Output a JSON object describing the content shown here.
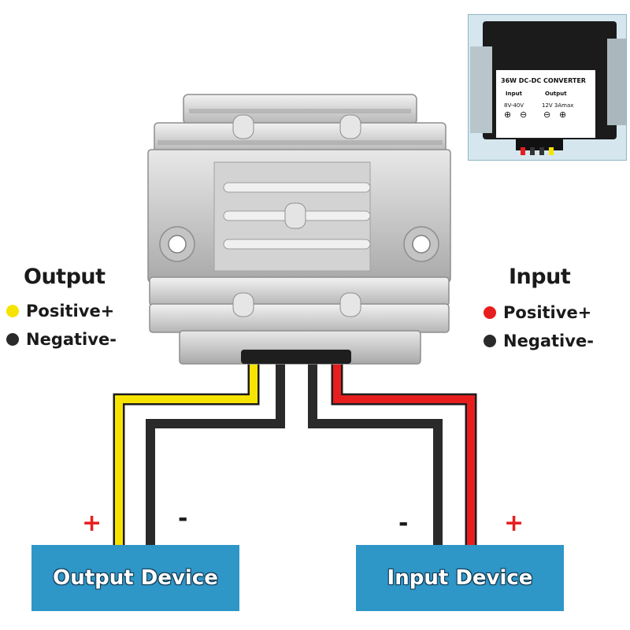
{
  "legend_output": {
    "title": "Output",
    "positive_label": "Positive+",
    "negative_label": "Negative-",
    "positive_color": "#f6e400",
    "negative_color": "#2a2a2a"
  },
  "legend_input": {
    "title": "Input",
    "positive_label": "Positive+",
    "negative_label": "Negative-",
    "positive_color": "#e81e1e",
    "negative_color": "#2a2a2a"
  },
  "devices": {
    "output_label": "Output Device",
    "input_label": "Input Device",
    "color": "#2f96c8"
  },
  "terminals": {
    "output_plus": "+",
    "output_minus": "-",
    "input_minus": "-",
    "input_plus": "+"
  },
  "inset_label": {
    "title": "36W DC-DC CONVERTER",
    "input_head": "Input",
    "output_head": "Output",
    "input_range": "8V-40V",
    "output_rating": "12V 3Amax",
    "symbols": [
      "⊕",
      "⊖",
      "⊖",
      "⊕"
    ]
  },
  "wire_colors": {
    "yellow": "#f6e400",
    "black": "#2a2a2a",
    "red": "#e81e1e"
  }
}
